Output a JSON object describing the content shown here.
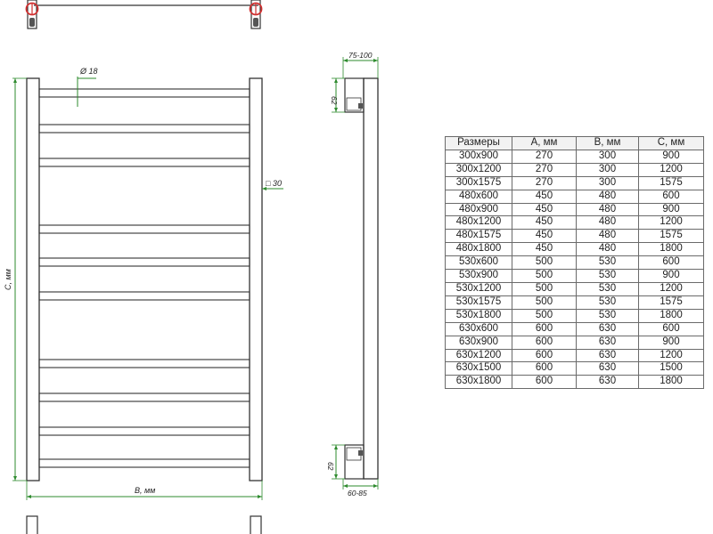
{
  "labels": {
    "pipe_diameter": "Ø 18",
    "profile": "□ 30",
    "height": "С, мм",
    "width": "В, мм",
    "depth_top": "75-100",
    "depth_bottom": "60-85",
    "bracket_top": "62",
    "bracket_bottom": "62"
  },
  "table": {
    "headers": [
      "Размеры",
      "А, мм",
      "В, мм",
      "С, мм"
    ],
    "rows": [
      [
        "300x900",
        "270",
        "300",
        "900"
      ],
      [
        "300x1200",
        "270",
        "300",
        "1200"
      ],
      [
        "300x1575",
        "270",
        "300",
        "1575"
      ],
      [
        "480x600",
        "450",
        "480",
        "600"
      ],
      [
        "480x900",
        "450",
        "480",
        "900"
      ],
      [
        "480x1200",
        "450",
        "480",
        "1200"
      ],
      [
        "480x1575",
        "450",
        "480",
        "1575"
      ],
      [
        "480x1800",
        "450",
        "480",
        "1800"
      ],
      [
        "530x600",
        "500",
        "530",
        "600"
      ],
      [
        "530x900",
        "500",
        "530",
        "900"
      ],
      [
        "530x1200",
        "500",
        "530",
        "1200"
      ],
      [
        "530x1575",
        "500",
        "530",
        "1575"
      ],
      [
        "530x1800",
        "500",
        "530",
        "1800"
      ],
      [
        "630x600",
        "600",
        "630",
        "600"
      ],
      [
        "630x900",
        "600",
        "630",
        "900"
      ],
      [
        "630x1200",
        "600",
        "630",
        "1200"
      ],
      [
        "630x1500",
        "600",
        "630",
        "1500"
      ],
      [
        "630x1800",
        "600",
        "630",
        "1800"
      ]
    ]
  },
  "colors": {
    "line": "#333333",
    "dimension": "#2e8b2e",
    "valve": "#d03030"
  }
}
